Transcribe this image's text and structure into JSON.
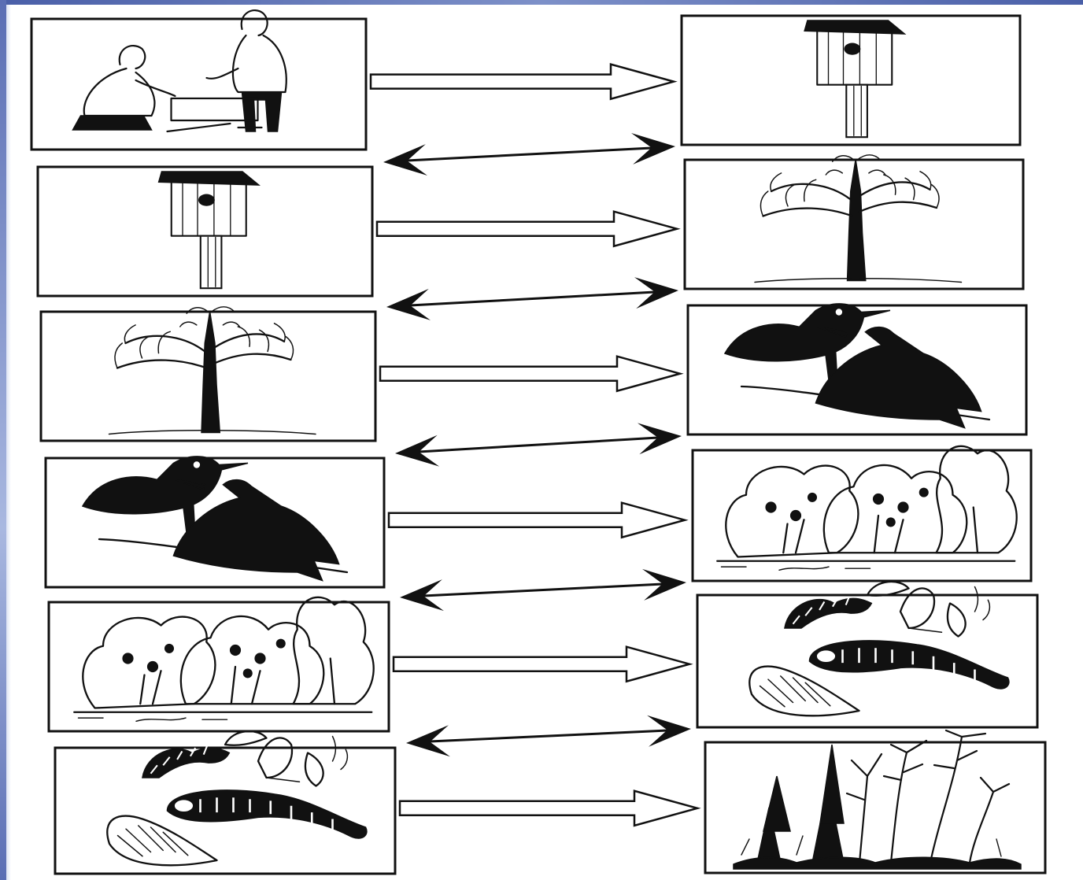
{
  "diagram": {
    "cards": [
      {
        "side": "left",
        "row": 1,
        "icon": "people-building-birdhouse-icon"
      },
      {
        "side": "right",
        "row": 1,
        "icon": "birdhouse-icon"
      },
      {
        "side": "left",
        "row": 2,
        "icon": "birdhouse-icon"
      },
      {
        "side": "right",
        "row": 2,
        "icon": "tree-icon"
      },
      {
        "side": "left",
        "row": 3,
        "icon": "tree-icon"
      },
      {
        "side": "right",
        "row": 3,
        "icon": "starlings-icon"
      },
      {
        "side": "left",
        "row": 4,
        "icon": "starlings-icon"
      },
      {
        "side": "right",
        "row": 4,
        "icon": "orchard-icon"
      },
      {
        "side": "left",
        "row": 5,
        "icon": "orchard-icon"
      },
      {
        "side": "right",
        "row": 5,
        "icon": "caterpillars-icon"
      },
      {
        "side": "left",
        "row": 6,
        "icon": "caterpillars-icon"
      },
      {
        "side": "right",
        "row": 6,
        "icon": "forest-icon"
      }
    ],
    "connections": {
      "hollow_right_arrows": 6,
      "double_headed_arrows": 5
    },
    "colors": {
      "ink": "#111111",
      "background": "#ffffff",
      "frame_accent": "#5a6eb4"
    }
  }
}
